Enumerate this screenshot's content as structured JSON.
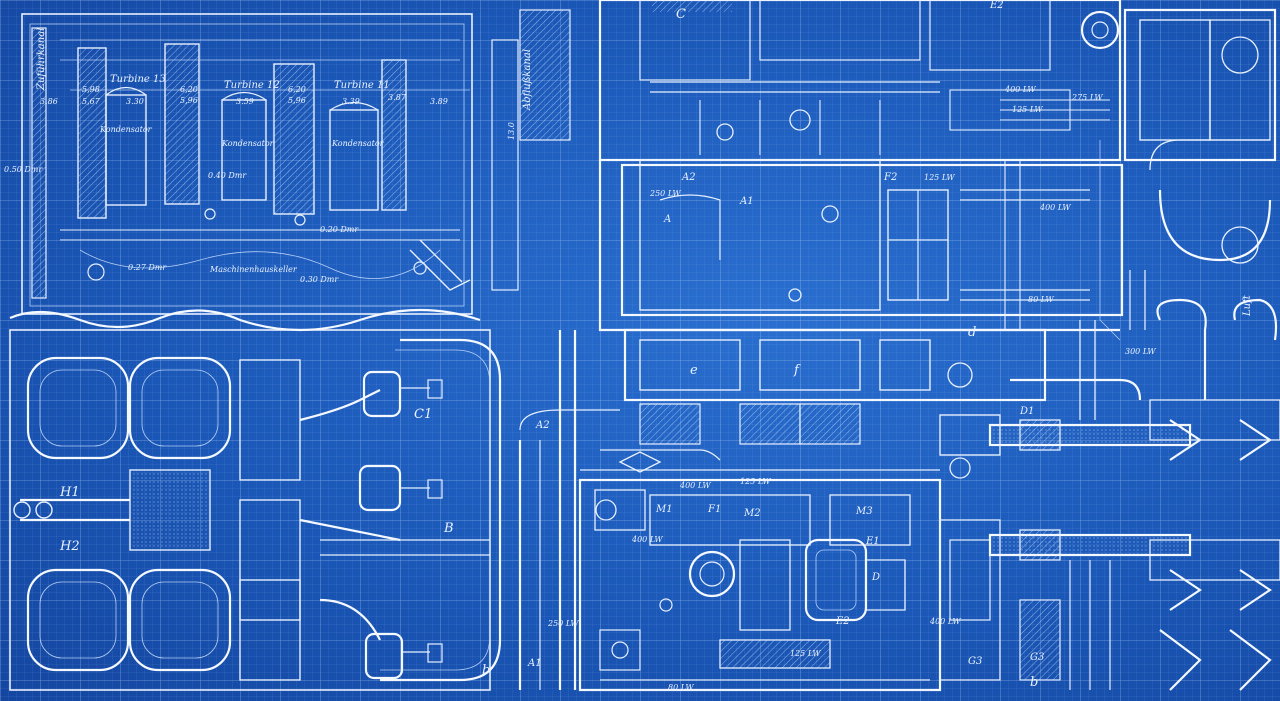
{
  "labels": {
    "zufuhrkanal": "Zuführkanal",
    "abfuhrkanal": "Abflußkanal",
    "turbine13": "Turbine 13",
    "turbine12": "Turbine 12",
    "turbine11": "Turbine 11",
    "kondensator1": "Kondensator",
    "kondensator2": "Kondensator",
    "kondensator3": "Kondensator",
    "maschinenhauskeller": "Maschinenhauskeller",
    "dim_386": "3.86",
    "dim_598": "5,98",
    "dim_567": "5,67",
    "dim_330": "3.30",
    "dim_620a": "6,20",
    "dim_596a": "5,96",
    "dim_359": "3.59",
    "dim_620b": "6,20",
    "dim_596b": "5,96",
    "dim_339": "3.39",
    "dim_387": "3.87",
    "dim_389": "3.89",
    "dim_130": "13.0",
    "dmr_050a": "0.50 Dmr",
    "dmr_040": "0.40 Dmr",
    "dmr_027": "0.27 Dmr",
    "dmr_020": "0.20 Dmr",
    "dmr_030": "0.30 Dmr",
    "lw_400a": "400 LW",
    "lw_275a": "275 LW",
    "lw_125a": "125 LW",
    "lw_400b": "400 LW",
    "lw_250": "250 LW",
    "lw_80a": "80 LW",
    "lw_300": "300 LW",
    "lw_400c": "400 LW",
    "lw_125b": "125 LW",
    "lw_400d": "400 LW",
    "lw_125c": "125 LW",
    "lw_400e": "400 LW",
    "lw_80b": "80 LW",
    "lw_250b": "250 LW",
    "lw_125d": "125 LW",
    "luft": "Luft",
    "c1": "C1",
    "b_big": "B",
    "h1": "H1",
    "h2": "H2",
    "a2a": "A2",
    "a1a": "A1",
    "a2b": "A2",
    "a1b": "A1",
    "f2": "F2",
    "f1": "F1",
    "e1": "E1",
    "e2": "E2",
    "d1": "D1",
    "d_small": "D",
    "g3a": "G3",
    "g3b": "G3",
    "m1": "M1",
    "m2": "M2",
    "m3": "M3",
    "c_top": "C",
    "e_top": "E2",
    "b_low": "b",
    "b_low2": "b",
    "a_up": "A",
    "glyph_e": "e",
    "glyph_f": "f",
    "glyph_d": "d"
  }
}
